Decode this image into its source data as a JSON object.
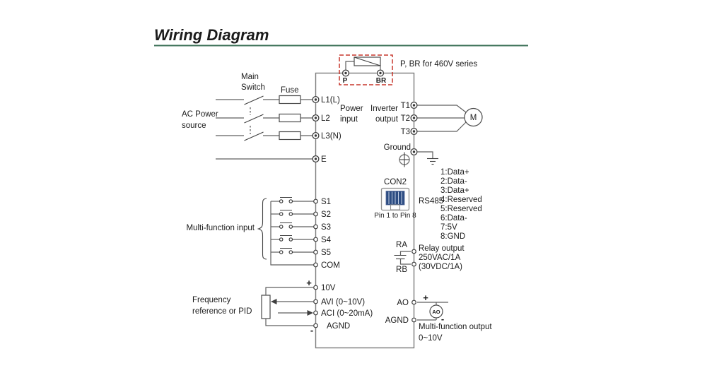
{
  "title": "Wiring Diagram",
  "colors": {
    "title_green": "#17693f",
    "rule_green": "#3f735a",
    "red": "#c7372c",
    "connector_blue": "#2c4c82"
  },
  "braking": {
    "note": "P, BR for 460V series",
    "p": "P",
    "br": "BR"
  },
  "ac_input": {
    "source_line1": "AC Power",
    "source_line2": "source",
    "switch_line1": "Main",
    "switch_line2": "Switch",
    "fuse": "Fuse"
  },
  "inverter": {
    "power_in_line1": "Power",
    "power_in_line2": "input",
    "out_line1": "Inverter",
    "out_line2": "output",
    "l1": "L1(L)",
    "l2": "L2",
    "l3": "L3(N)",
    "e": "E",
    "t1": "T1",
    "t2": "T2",
    "t3": "T3",
    "ground": "Ground"
  },
  "motor": {
    "label": "M"
  },
  "con2": {
    "label": "CON2",
    "note": "Pin 1 to Pin 8",
    "rs485": "RS485",
    "pins": [
      "1:Data+",
      "2:Data-",
      "3:Data+",
      "4:Reserved",
      "5:Reserved",
      "6:Data-",
      "7:5V",
      "8:GND"
    ]
  },
  "digital_input": {
    "label": "Multi-function input",
    "s1": "S1",
    "s2": "S2",
    "s3": "S3",
    "s4": "S4",
    "s5": "S5",
    "com": "COM"
  },
  "relay": {
    "ra": "RA",
    "rb": "RB",
    "line1": "Relay output",
    "line2": "250VAC/1A",
    "line3": "(30VDC/1A)"
  },
  "analog_input": {
    "label_line1": "Frequency",
    "label_line2": "reference or PID",
    "v10": "10V",
    "avi": "AVI (0~10V)",
    "aci": "ACI (0~20mA)",
    "agnd": "AGND",
    "plus": "+",
    "minus": "-"
  },
  "analog_output": {
    "ao": "AO",
    "agnd": "AGND",
    "meter": "AO",
    "plus": "+",
    "minus": "-",
    "line1": "Multi-function output",
    "line2": "0~10V"
  }
}
